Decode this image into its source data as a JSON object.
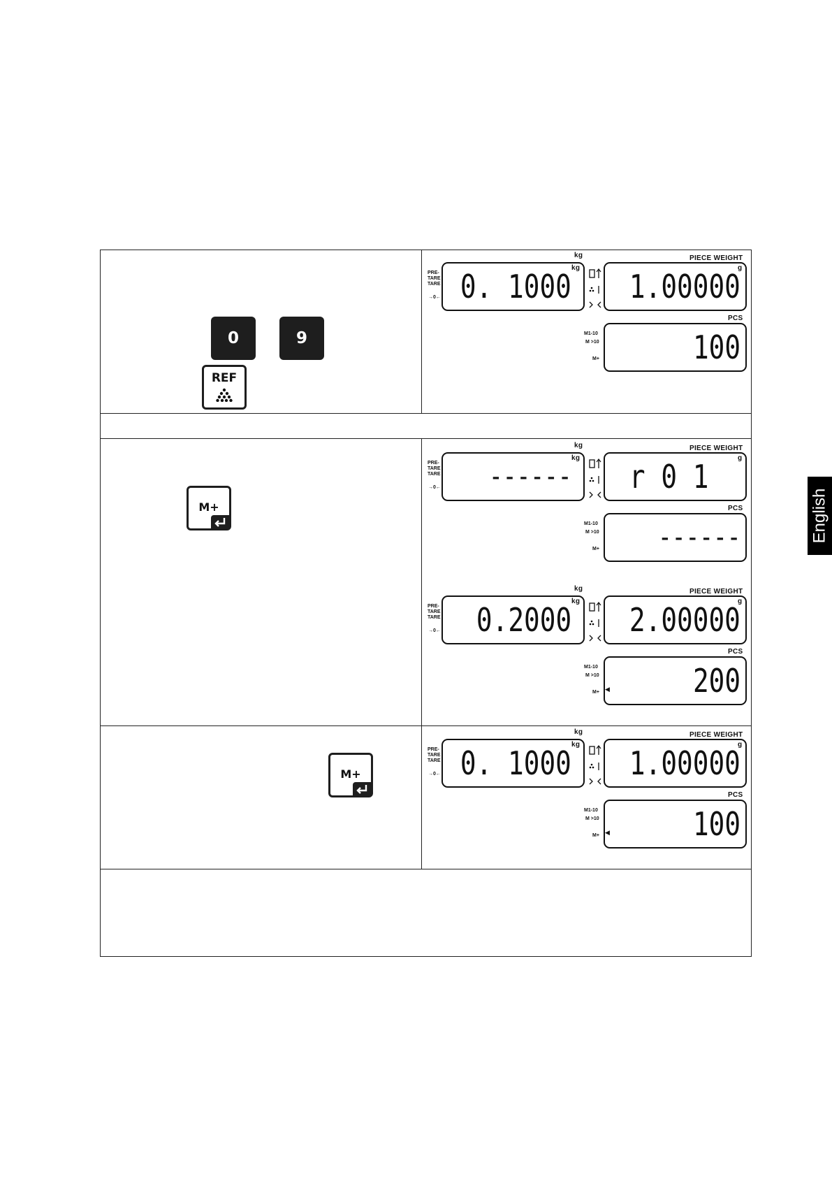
{
  "keys": {
    "digit_0": "0",
    "digit_9": "9",
    "ref": "REF",
    "m_plus": "M+"
  },
  "labels": {
    "kg": "kg",
    "piece_weight": "PIECE WEIGHT",
    "g": "g",
    "pcs": "PCS",
    "pre": "PRE-",
    "tare": "TARE",
    "zero": "→0←",
    "m_ranges": "M1-10",
    "m_gt": "M >10",
    "m_plus": "M+"
  },
  "displays": [
    {
      "weight": "0. 1000",
      "piece_weight": "1.00000",
      "count": "100",
      "m_marker": false
    },
    {
      "weight": "------",
      "piece_weight": "r 0 1  ",
      "count": "------",
      "m_marker": false
    },
    {
      "weight": "0.2000",
      "piece_weight": "2.00000",
      "count": "200",
      "m_marker": true
    },
    {
      "weight": "0. 1000",
      "piece_weight": "1.00000",
      "count": "100",
      "m_marker": true
    }
  ],
  "side_tab": "English"
}
